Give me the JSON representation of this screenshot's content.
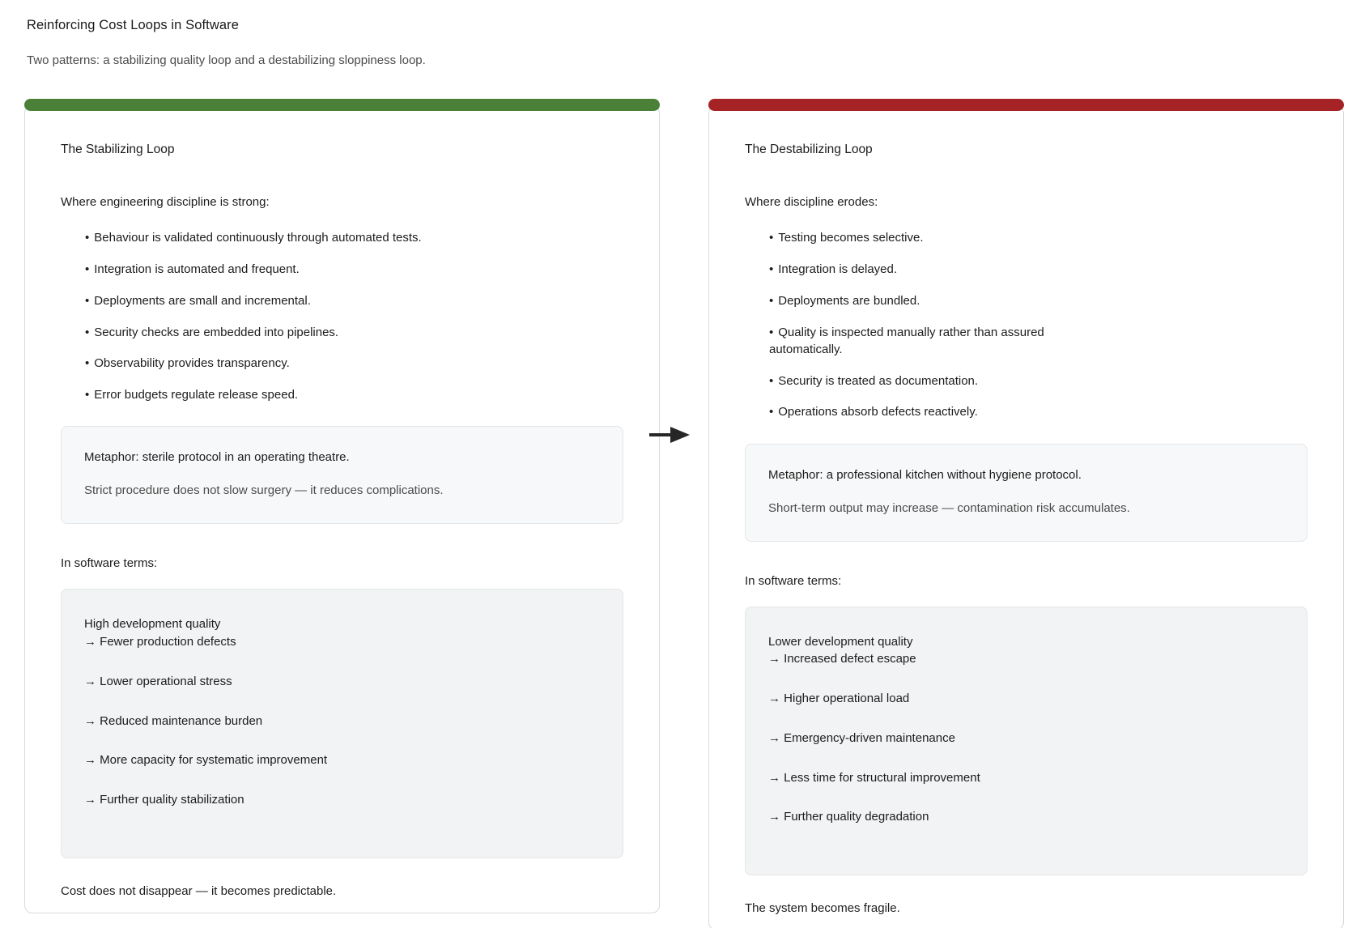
{
  "header": {
    "title": "Reinforcing Cost Loops in Software",
    "subtitle": "Two patterns: a stabilizing quality loop and a destabilizing sloppiness loop."
  },
  "connector": {
    "icon": "arrow-right-icon",
    "color": "#262626"
  },
  "cards": [
    {
      "id": "stabilizing",
      "accent_color": "#4a8038",
      "title": "The Stabilizing Loop",
      "lead": "Where engineering discipline is strong:",
      "bullets": [
        "Behaviour is validated continuously through automated tests.",
        "Integration is automated and frequent.",
        "Deployments are small and incremental.",
        "Security checks are embedded into pipelines.",
        "Observability provides transparency.",
        "Error budgets regulate release speed."
      ],
      "metaphor": {
        "line1": "Metaphor: sterile protocol in an operating theatre.",
        "line2": "Strict procedure does not slow surgery — it reduces complications."
      },
      "terms_label": "In software terms:",
      "chain": [
        "High development quality\n   → Fewer production defects",
        "→ Lower operational stress",
        "→ Reduced maintenance burden",
        "→ More capacity for systematic improvement",
        "→ Further quality stabilization"
      ],
      "footer": "Cost does not disappear — it becomes predictable."
    },
    {
      "id": "destabilizing",
      "accent_color": "#a52225",
      "title": "The Destabilizing Loop",
      "lead": "Where discipline erodes:",
      "bullets": [
        "Testing becomes selective.",
        "Integration is delayed.",
        "Deployments are bundled.",
        "Quality is inspected manually rather than assured automatically.",
        "Security is treated as documentation.",
        "Operations absorb defects reactively."
      ],
      "metaphor": {
        "line1": "Metaphor: a professional kitchen without hygiene protocol.",
        "line2": "Short-term output may increase — contamination risk accumulates."
      },
      "terms_label": "In software terms:",
      "chain": [
        "Lower development quality\n   → Increased defect escape",
        "→ Higher operational load",
        "→ Emergency-driven maintenance",
        "→ Less time for structural improvement",
        "→ Further quality degradation"
      ],
      "footer": "The system becomes fragile."
    }
  ]
}
